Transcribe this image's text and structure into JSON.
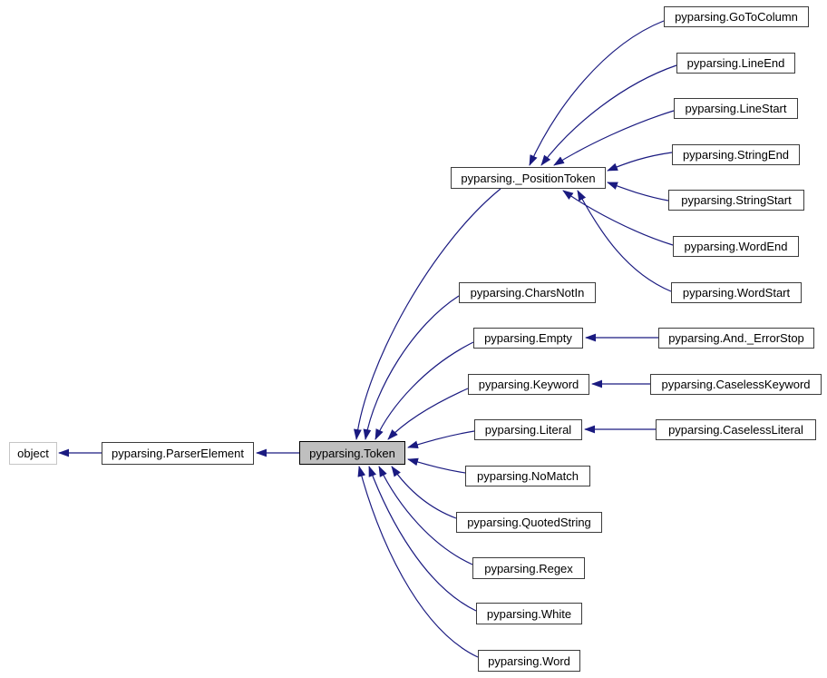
{
  "diagram": {
    "title": "pyparsing Token class inheritance graph",
    "colors": {
      "background": "#ffffff",
      "edge": "#1a1a80",
      "node_border": "#3c3c3c",
      "highlight_node_fill": "#bfbfbf",
      "highlight_node_border": "#000000",
      "external_node_border": "#c6c6c6",
      "text": "#000000"
    },
    "nodes": [
      {
        "id": "object",
        "label": "object",
        "style": "external",
        "clickable": false
      },
      {
        "id": "ParserElement",
        "label": "pyparsing.ParserElement",
        "style": "normal",
        "clickable": true
      },
      {
        "id": "Token",
        "label": "pyparsing.Token",
        "style": "highlight",
        "clickable": false
      },
      {
        "id": "PositionToken",
        "label": "pyparsing._PositionToken",
        "style": "normal",
        "clickable": true
      },
      {
        "id": "CharsNotIn",
        "label": "pyparsing.CharsNotIn",
        "style": "normal",
        "clickable": true
      },
      {
        "id": "Empty",
        "label": "pyparsing.Empty",
        "style": "normal",
        "clickable": true
      },
      {
        "id": "Keyword",
        "label": "pyparsing.Keyword",
        "style": "normal",
        "clickable": true
      },
      {
        "id": "Literal",
        "label": "pyparsing.Literal",
        "style": "normal",
        "clickable": true
      },
      {
        "id": "NoMatch",
        "label": "pyparsing.NoMatch",
        "style": "normal",
        "clickable": true
      },
      {
        "id": "QuotedString",
        "label": "pyparsing.QuotedString",
        "style": "normal",
        "clickable": true
      },
      {
        "id": "Regex",
        "label": "pyparsing.Regex",
        "style": "normal",
        "clickable": true
      },
      {
        "id": "White",
        "label": "pyparsing.White",
        "style": "normal",
        "clickable": true
      },
      {
        "id": "Word",
        "label": "pyparsing.Word",
        "style": "normal",
        "clickable": true
      },
      {
        "id": "GoToColumn",
        "label": "pyparsing.GoToColumn",
        "style": "normal",
        "clickable": true
      },
      {
        "id": "LineEnd",
        "label": "pyparsing.LineEnd",
        "style": "normal",
        "clickable": true
      },
      {
        "id": "LineStart",
        "label": "pyparsing.LineStart",
        "style": "normal",
        "clickable": true
      },
      {
        "id": "StringEnd",
        "label": "pyparsing.StringEnd",
        "style": "normal",
        "clickable": true
      },
      {
        "id": "StringStart",
        "label": "pyparsing.StringStart",
        "style": "normal",
        "clickable": true
      },
      {
        "id": "WordEnd",
        "label": "pyparsing.WordEnd",
        "style": "normal",
        "clickable": true
      },
      {
        "id": "WordStart",
        "label": "pyparsing.WordStart",
        "style": "normal",
        "clickable": true
      },
      {
        "id": "ErrorStop",
        "label": "pyparsing.And._ErrorStop",
        "style": "normal",
        "clickable": true
      },
      {
        "id": "CaselessKeyword",
        "label": "pyparsing.CaselessKeyword",
        "style": "normal",
        "clickable": true
      },
      {
        "id": "CaselessLiteral",
        "label": "pyparsing.CaselessLiteral",
        "style": "normal",
        "clickable": true
      }
    ],
    "edges": [
      {
        "from": "ParserElement",
        "to": "object"
      },
      {
        "from": "Token",
        "to": "ParserElement"
      },
      {
        "from": "PositionToken",
        "to": "Token"
      },
      {
        "from": "CharsNotIn",
        "to": "Token"
      },
      {
        "from": "Empty",
        "to": "Token"
      },
      {
        "from": "Keyword",
        "to": "Token"
      },
      {
        "from": "Literal",
        "to": "Token"
      },
      {
        "from": "NoMatch",
        "to": "Token"
      },
      {
        "from": "QuotedString",
        "to": "Token"
      },
      {
        "from": "Regex",
        "to": "Token"
      },
      {
        "from": "White",
        "to": "Token"
      },
      {
        "from": "Word",
        "to": "Token"
      },
      {
        "from": "GoToColumn",
        "to": "PositionToken"
      },
      {
        "from": "LineEnd",
        "to": "PositionToken"
      },
      {
        "from": "LineStart",
        "to": "PositionToken"
      },
      {
        "from": "StringEnd",
        "to": "PositionToken"
      },
      {
        "from": "StringStart",
        "to": "PositionToken"
      },
      {
        "from": "WordEnd",
        "to": "PositionToken"
      },
      {
        "from": "WordStart",
        "to": "PositionToken"
      },
      {
        "from": "ErrorStop",
        "to": "Empty"
      },
      {
        "from": "CaselessKeyword",
        "to": "Keyword"
      },
      {
        "from": "CaselessLiteral",
        "to": "Literal"
      }
    ]
  }
}
